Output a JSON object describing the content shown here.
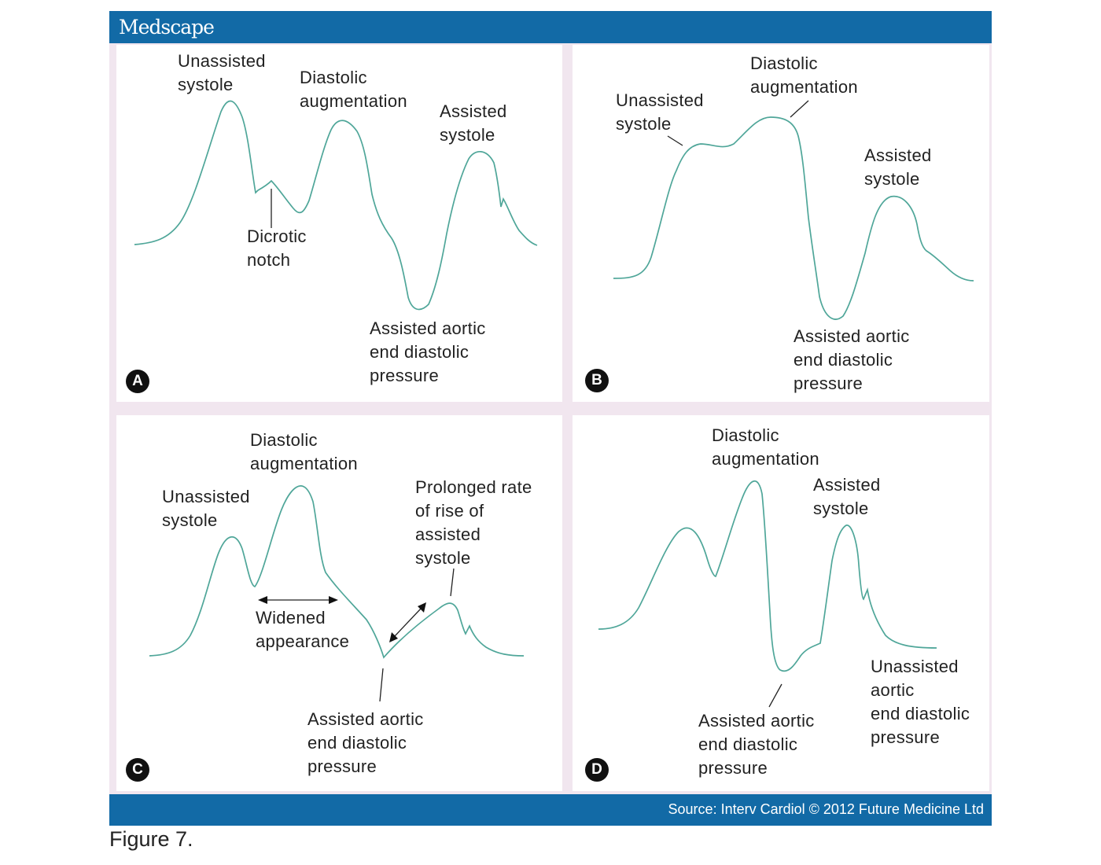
{
  "header": {
    "brand": "Medscape"
  },
  "footer": {
    "source": "Source: Interv Cardiol © 2012 Future Medicine Ltd"
  },
  "caption": "Figure 7.",
  "colors": {
    "bar": "#126aa6",
    "waveform": "#4fa699",
    "background": "#f1e6ef"
  },
  "panels": {
    "a": {
      "badge": "A",
      "unassisted_systole": "Unassisted\nsystole",
      "diastolic_augmentation": "Diastolic\naugmentation",
      "assisted_systole": "Assisted\nsystole",
      "dicrotic_notch": "Dicrotic\nnotch",
      "assisted_aortic_edp": "Assisted aortic\nend diastolic\npressure"
    },
    "b": {
      "badge": "B",
      "diastolic_augmentation": "Diastolic\naugmentation",
      "unassisted_systole": "Unassisted\nsystole",
      "assisted_systole": "Assisted\nsystole",
      "assisted_aortic_edp": "Assisted aortic\nend diastolic\npressure"
    },
    "c": {
      "badge": "C",
      "diastolic_augmentation": "Diastolic\naugmentation",
      "unassisted_systole": "Unassisted\nsystole",
      "prolonged_rate": "Prolonged rate\nof rise of\nassisted\nsystole",
      "widened_appearance": "Widened\nappearance",
      "assisted_aortic_edp": "Assisted aortic\nend diastolic\npressure"
    },
    "d": {
      "badge": "D",
      "diastolic_augmentation": "Diastolic\naugmentation",
      "assisted_systole": "Assisted\nsystole",
      "unassisted_aortic_edp": "Unassisted\naortic\nend diastolic\npressure",
      "assisted_aortic_edp": "Assisted aortic\nend diastolic\npressure"
    }
  }
}
